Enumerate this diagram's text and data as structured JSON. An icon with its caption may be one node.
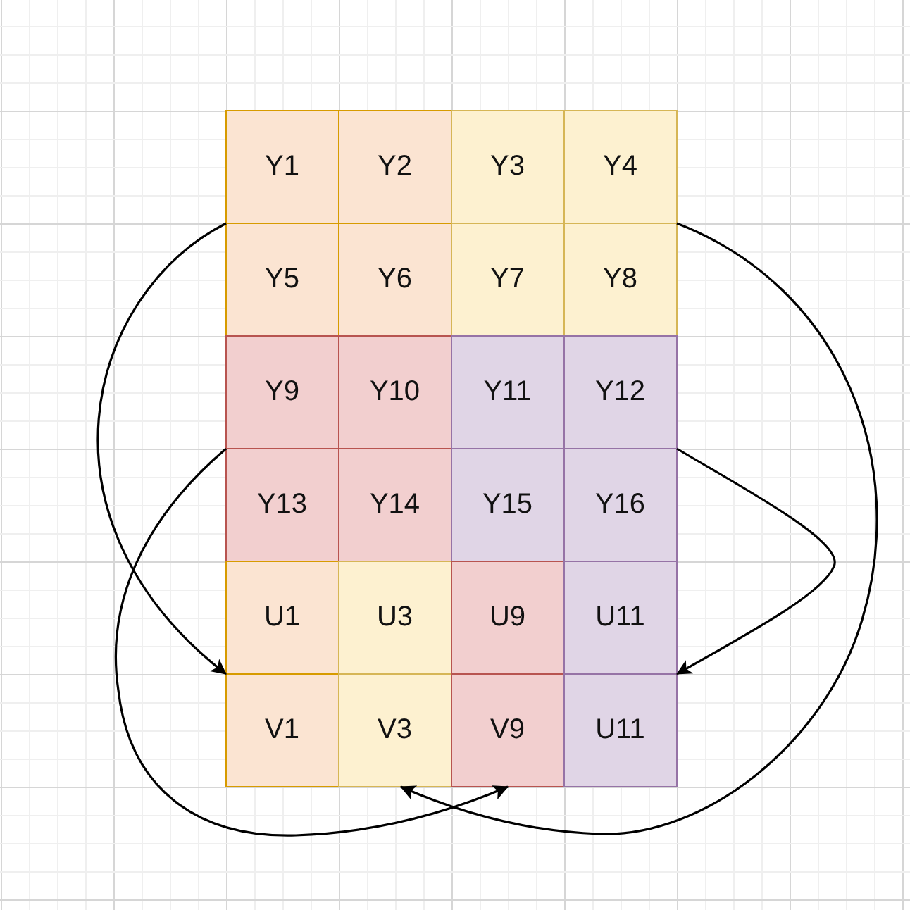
{
  "diagram": {
    "nodes": [
      {
        "text": [
          "Y1"
        ]
      },
      {
        "text": [
          "Y2"
        ]
      },
      {
        "text": [
          "Y3"
        ]
      },
      {
        "text": [
          "Y4"
        ]
      },
      {
        "text": [
          "Y5"
        ]
      },
      {
        "text": [
          "Y6"
        ]
      },
      {
        "text": [
          "Y7"
        ]
      },
      {
        "text": [
          "Y8"
        ]
      },
      {
        "text": [
          "Y9"
        ]
      },
      {
        "text": [
          "Y10"
        ]
      },
      {
        "text": [
          "Y11"
        ]
      },
      {
        "text": [
          "Y12"
        ]
      },
      {
        "text": [
          "Y13"
        ]
      },
      {
        "text": [
          "Y14"
        ]
      },
      {
        "text": [
          "Y15"
        ]
      },
      {
        "text": [
          "Y16"
        ]
      },
      {
        "text": [
          "U1"
        ]
      },
      {
        "text": [
          "U3"
        ]
      },
      {
        "text": [
          "U9"
        ]
      },
      {
        "text": [
          "U11"
        ]
      },
      {
        "text": [
          "V1"
        ]
      },
      {
        "text": [
          "V3"
        ]
      },
      {
        "text": [
          "V9"
        ]
      },
      {
        "text": [
          "U11"
        ]
      }
    ],
    "edges": [
      {
        "from": 4,
        "to": 20,
        "arrow": "to"
      },
      {
        "from": 7,
        "to": 21,
        "arrow": "to"
      },
      {
        "from": 12,
        "to": 22,
        "arrow": "to"
      },
      {
        "from": 15,
        "to": 23,
        "arrow": "to"
      }
    ]
  }
}
